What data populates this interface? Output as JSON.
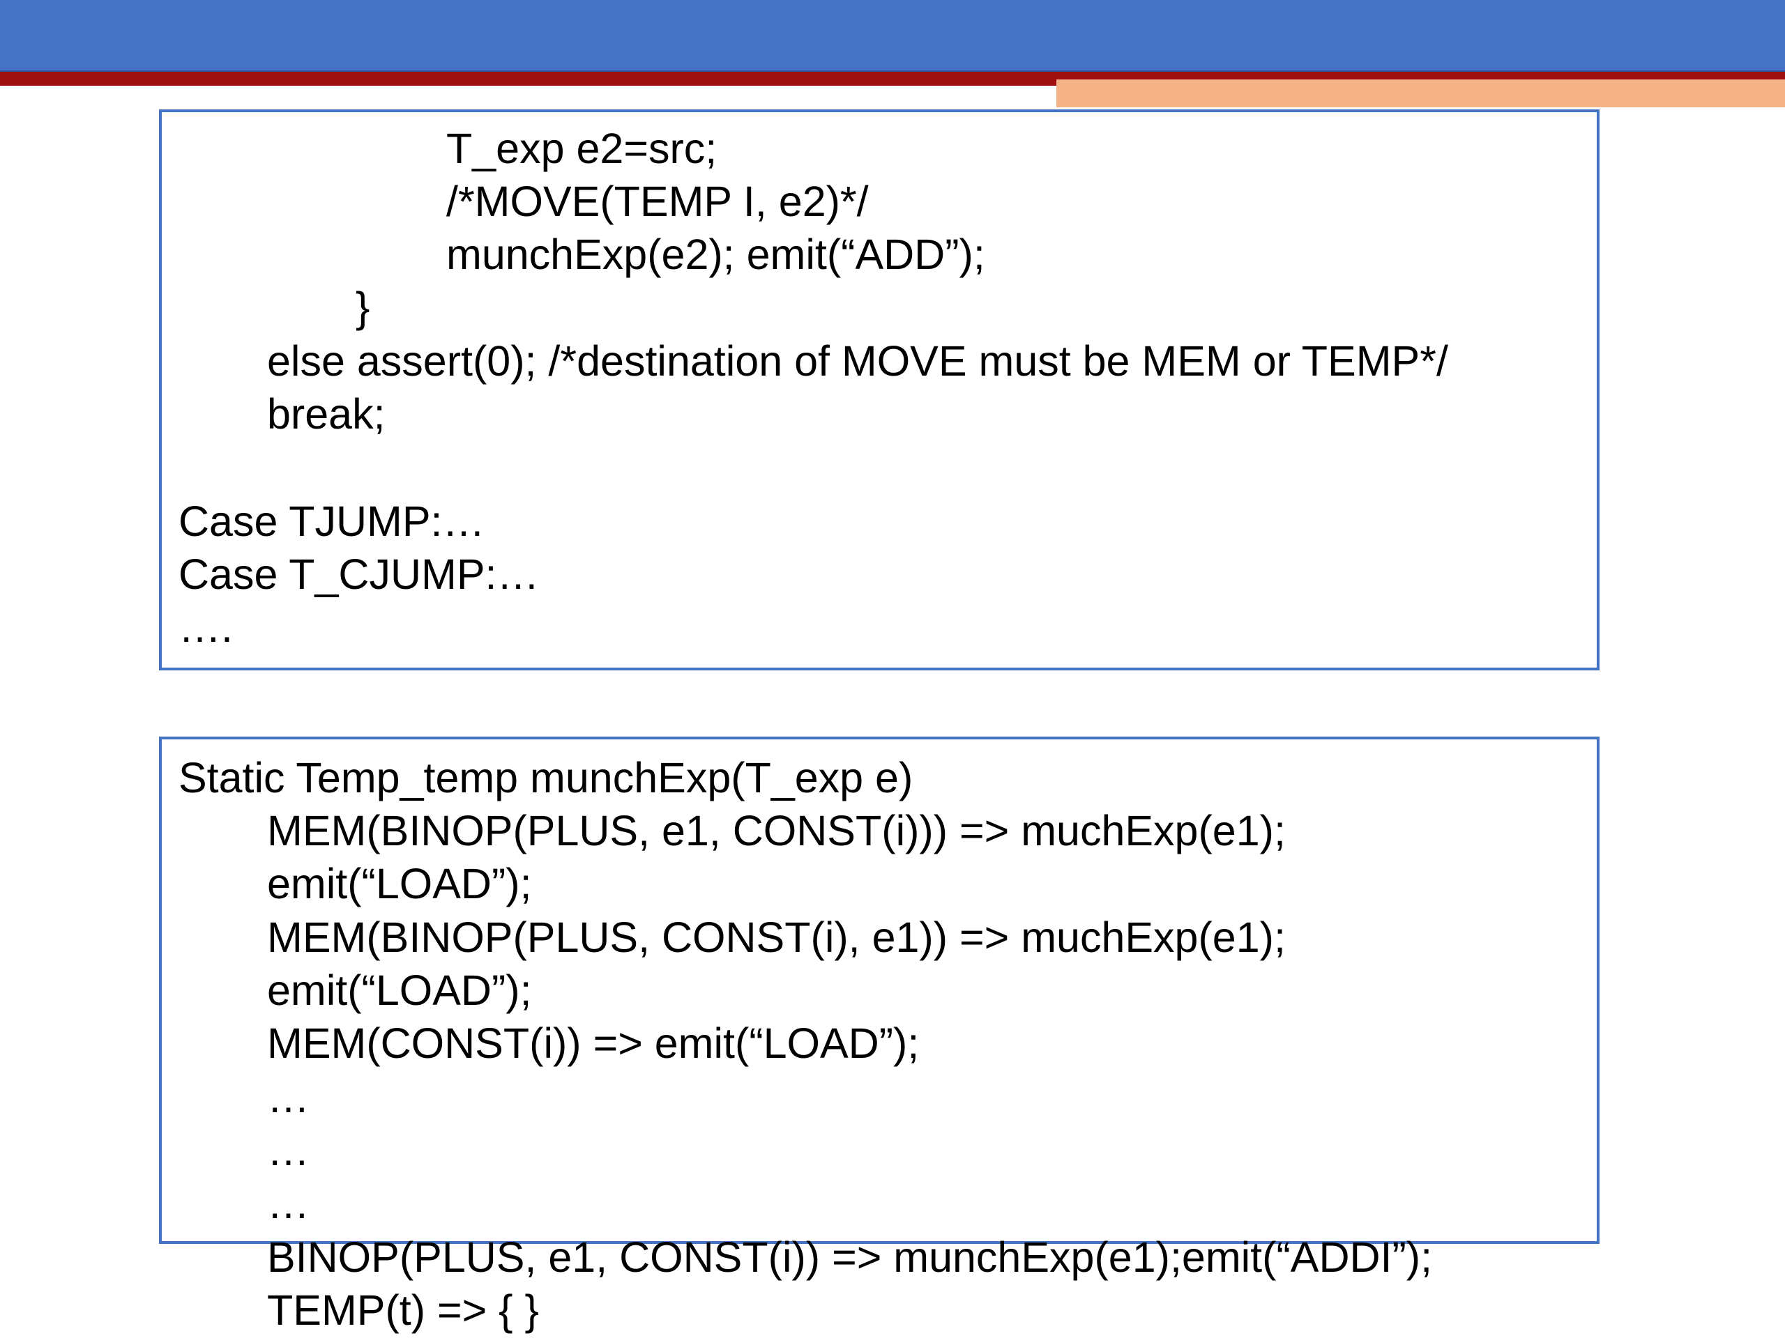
{
  "top_box": {
    "lines": [
      "T_exp e2=src;",
      "/*MOVE(TEMP I, e2)*/",
      "munchExp(e2); emit(“ADD”);",
      "}",
      "else assert(0); /*destination of MOVE must be MEM or TEMP*/",
      "break;",
      "Case TJUMP:…",
      "Case T_CJUMP:…",
      "…."
    ]
  },
  "bottom_box": {
    "lines": [
      "Static Temp_temp munchExp(T_exp e)",
      "MEM(BINOP(PLUS, e1, CONST(i))) => muchExp(e1);",
      "emit(“LOAD”);",
      "MEM(BINOP(PLUS, CONST(i), e1)) => muchExp(e1);",
      "emit(“LOAD”);",
      "MEM(CONST(i)) => emit(“LOAD”);",
      "…",
      "…",
      "…",
      "BINOP(PLUS, e1, CONST(i)) => munchExp(e1);emit(“ADDI”);",
      "TEMP(t) => { }"
    ]
  },
  "colors": {
    "header_blue": "#4472c4",
    "accent_red": "#a00f0f",
    "accent_peach": "#f6b287",
    "box_border": "#4472c4"
  }
}
